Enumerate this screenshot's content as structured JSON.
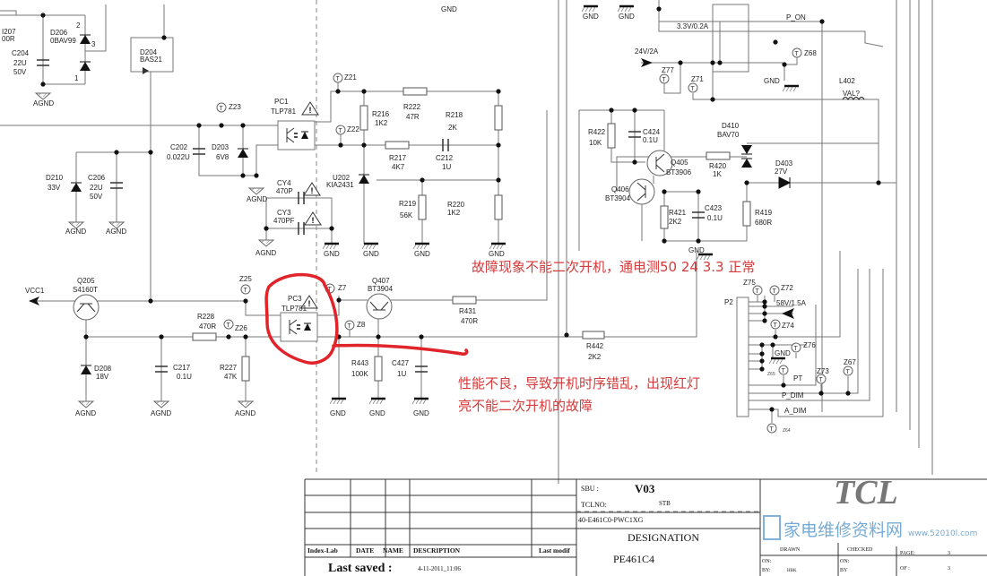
{
  "parts": {
    "R207": {
      "ref": "I207",
      "value": "00R"
    },
    "D206": {
      "ref": "D206",
      "value": "0BAV99",
      "pins": [
        "2",
        "3",
        "1"
      ]
    },
    "C204": {
      "ref": "C204",
      "value": "22U",
      "rating": "50V"
    },
    "D204": {
      "ref": "D204",
      "value": "BAS21"
    },
    "C202": {
      "ref": "C202",
      "value": "0.022U"
    },
    "D203": {
      "ref": "D203",
      "value": "6V8"
    },
    "D210": {
      "ref": "D210",
      "value": "33V"
    },
    "C206": {
      "ref": "C206",
      "value": "22U",
      "rating": "50V"
    },
    "PC1": {
      "ref": "PC1",
      "value": "TLP781"
    },
    "CY4": {
      "ref": "CY4",
      "value": "470P"
    },
    "CY3": {
      "ref": "CY3",
      "value": "470PF"
    },
    "R216": {
      "ref": "R216",
      "value": "1K2"
    },
    "R222": {
      "ref": "R222",
      "value": "47R"
    },
    "R218": {
      "ref": "R218",
      "value": "2K"
    },
    "R217": {
      "ref": "R217",
      "value": "4K7"
    },
    "C212": {
      "ref": "C212",
      "value": "1U"
    },
    "U202": {
      "ref": "U202",
      "value": "KIA2431"
    },
    "R219": {
      "ref": "R219",
      "value": "56K"
    },
    "R220": {
      "ref": "R220",
      "value": "1K2"
    },
    "Q205": {
      "ref": "Q205",
      "value": "S4160T"
    },
    "D208": {
      "ref": "D208",
      "value": "18V"
    },
    "C217": {
      "ref": "C217",
      "value": "0.1U"
    },
    "R228": {
      "ref": "R228",
      "value": "470R"
    },
    "R227": {
      "ref": "R227",
      "value": "47K"
    },
    "PC3": {
      "ref": "PC3",
      "value": "TLP781"
    },
    "Q407": {
      "ref": "Q407",
      "value": "BT3904"
    },
    "R431": {
      "ref": "R431",
      "value": "470R"
    },
    "R443": {
      "ref": "R443",
      "value": "100K"
    },
    "C427": {
      "ref": "C427",
      "value": "1U"
    },
    "R442": {
      "ref": "R442",
      "value": "2K2"
    },
    "R422": {
      "ref": "R422",
      "value": "10K"
    },
    "C424": {
      "ref": "C424",
      "value": "0.1U"
    },
    "Q405": {
      "ref": "Q405",
      "value": "BT3906"
    },
    "Q406": {
      "ref": "Q406",
      "value": "BT3904"
    },
    "R421": {
      "ref": "R421",
      "value": "2K2"
    },
    "C423": {
      "ref": "C423",
      "value": "0.1U"
    },
    "R420": {
      "ref": "R420",
      "value": "1K"
    },
    "D410": {
      "ref": "D410",
      "value": "BAV70"
    },
    "R419": {
      "ref": "R419",
      "value": "680R"
    },
    "D403": {
      "ref": "D403",
      "value": "27V"
    },
    "L402": {
      "ref": "L402",
      "value": "VAL?"
    },
    "P2": {
      "ref": "P2"
    }
  },
  "testpoints": {
    "Z21": "Z21",
    "Z22": "Z22",
    "Z23": "Z23",
    "Z25": "Z25",
    "Z26": "Z26",
    "Z7": "Z7",
    "Z8": "Z8",
    "Z77": "Z77",
    "Z71": "Z71",
    "Z68": "Z68",
    "Z75": "Z75",
    "Z72": "Z72",
    "Z74": "Z74",
    "Z76": "Z76",
    "Z65": "Z65",
    "Z73": "Z73",
    "Z67": "Z67",
    "Z64": "Z64"
  },
  "nets": {
    "gnd": "GND",
    "agnd": "AGND",
    "vcc1": "VCC1",
    "v24": "24V/2A",
    "v33": "3.3V/0.2A",
    "p_on": "P_ON",
    "v58": "58V/1.5A",
    "pt": "PT",
    "p_dim": "P_DIM",
    "a_dim": "A_DIM"
  },
  "annotations": [
    "故障现象不能二次开机，通电测50 24 3.3 正常",
    "性能不良，导致开机时序错乱，出现红灯",
    "亮不能二次开机的故障"
  ],
  "colors": {
    "annotation": "#d63a3a",
    "watermark": "#4a90c8"
  },
  "title_block": {
    "sbu_label": "SBU :",
    "sbu_value": "V03",
    "tclno_label": "TCLNO:",
    "tclno_value": "STB",
    "part_no": "40-E461C0-PWC1XG",
    "designation_label": "DESIGNATION",
    "designation_value": "PE461C4",
    "headers": [
      "Index-Lab",
      "DATE",
      "NAME",
      "DESCRIPTION",
      "Last modif"
    ],
    "last_saved_label": "Last saved :",
    "last_saved_value": "4-11-2011_11:06",
    "brand": "TCL",
    "drawn": "DRAWN",
    "checked": "CHECKED",
    "on": "ON:",
    "by": "BY:",
    "by2": "BY",
    "drawn_by": "HBK",
    "page_label": "PAGE:",
    "of_label": "OF :",
    "page": "3",
    "of": "3",
    "watermark": "家电维修资料网",
    "watermark_url": "www.52010l.com"
  }
}
